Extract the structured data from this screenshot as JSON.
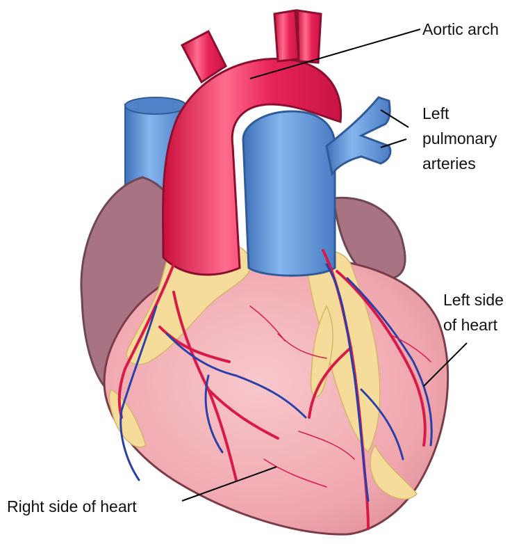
{
  "diagram": {
    "labels": {
      "aortic_arch": "Aortic arch",
      "left_pulmonary_arteries": [
        "Left",
        "pulmonary",
        "arteries"
      ],
      "left_side": [
        "Left side",
        "of heart"
      ],
      "right_side": "Right side of heart"
    },
    "colors": {
      "aorta": "#e8245a",
      "vein": "#5f95d6",
      "atrium": "#a87484",
      "ventricle": "#f2aeb4",
      "fat": "#f5dc9a",
      "artery_line": "#d81a48",
      "vein_line": "#2a3fa8"
    }
  }
}
